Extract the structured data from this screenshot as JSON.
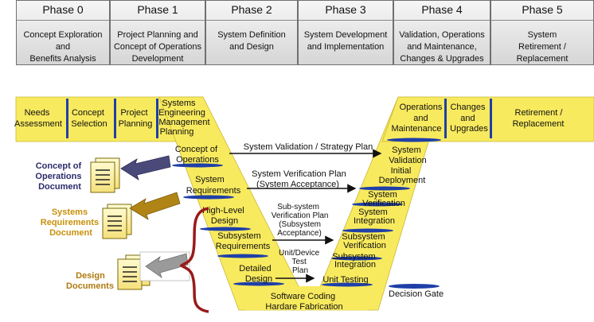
{
  "phases": [
    {
      "title": "Phase 0",
      "desc": "Concept Exploration\nand\nBenefits Analysis"
    },
    {
      "title": "Phase 1",
      "desc": "Project Planning and\nConcept of Operations\nDevelopment"
    },
    {
      "title": "Phase 2",
      "desc": "System Definition\nand Design"
    },
    {
      "title": "Phase 3",
      "desc": "System Development\nand Implementation"
    },
    {
      "title": "Phase 4",
      "desc": "Validation, Operations\nand Maintenance,\nChanges & Upgrades"
    },
    {
      "title": "Phase 5",
      "desc": "System\nRetirement /\nReplacement"
    }
  ],
  "vee": {
    "top_left": {
      "needs": [
        "Needs",
        "Assessment"
      ],
      "concept": [
        "Concept",
        "Selection"
      ],
      "project": [
        "Project",
        "Planning"
      ],
      "semp": [
        "Systems",
        "Engineering",
        "Management",
        "Planning"
      ]
    },
    "left_arm": {
      "conops": [
        "Concept of",
        "Operations"
      ],
      "sysreq": [
        "System",
        "Requirements"
      ],
      "hld": [
        "High-Level",
        "Design"
      ],
      "subreq": [
        "Subsystem",
        "Requirements"
      ],
      "detailed": [
        "Detailed",
        "Design"
      ]
    },
    "bottom": [
      "Software Coding",
      "Hardare Fabrication"
    ],
    "right_arm": {
      "unit": [
        "Unit Testing"
      ],
      "subver": [
        "Subsystem",
        "Verification"
      ],
      "subint": [
        "Subsystem",
        "Integration"
      ],
      "sysver": [
        "System",
        "Verification"
      ],
      "sysint": [
        "System",
        "Integration"
      ],
      "sysval": [
        "System",
        "Validation"
      ],
      "deploy": [
        "Initial",
        "Deployment"
      ]
    },
    "top_right": {
      "ops": [
        "Operations",
        "and",
        "Maintenance"
      ],
      "changes": [
        "Changes",
        "and",
        "Upgrades"
      ],
      "retire": [
        "Retirement /",
        "Replacement"
      ]
    },
    "plans": {
      "validation": [
        "System Validation / Strategy Plan"
      ],
      "verification": [
        "System Verification Plan",
        "(System Acceptance)"
      ],
      "subsystem": [
        "Sub-system",
        "Verification Plan",
        "(Subsystem",
        "Acceptance)"
      ],
      "unit": [
        "Unit/Device",
        "Test",
        "Plan"
      ]
    },
    "legend": "Decision Gate"
  },
  "documents": {
    "conops": {
      "label": [
        "Concept of",
        "Operations",
        "Document"
      ],
      "color": "#2b2b6b",
      "arrow_color": "#4a4a7a"
    },
    "sysreq": {
      "label": [
        "Systems",
        "Requirements",
        "Document"
      ],
      "color": "#c8900a",
      "arrow_color": "#b08516"
    },
    "design": {
      "label": [
        "Design",
        "Documents"
      ],
      "color": "#b07a10",
      "arrow_color": "#9a9a9a"
    }
  },
  "colors": {
    "vee_fill": "#f8ea5e",
    "gate": "#1f3fa8",
    "doc_fill": "#fff3a0",
    "brace": "#9a1a1a"
  }
}
